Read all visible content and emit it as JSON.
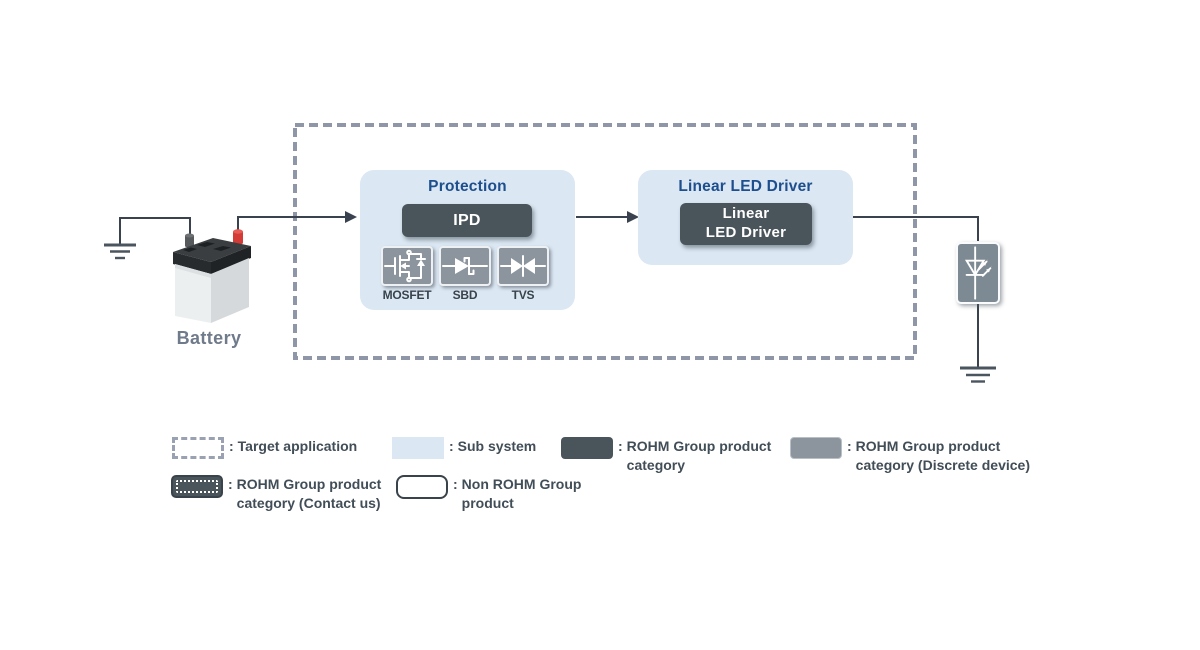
{
  "diagram": {
    "battery": {
      "label": "Battery"
    },
    "protection": {
      "title": "Protection",
      "ipd_label": "IPD",
      "devices": [
        {
          "label": "MOSFET"
        },
        {
          "label": "SBD"
        },
        {
          "label": "TVS"
        }
      ]
    },
    "led_driver": {
      "title": "Linear LED Driver",
      "chip_line1": "Linear",
      "chip_line2": "LED Driver"
    }
  },
  "legend": {
    "items": [
      {
        "colon": ":",
        "line1": "Target application",
        "line2": ""
      },
      {
        "colon": ":",
        "line1": "Sub system",
        "line2": ""
      },
      {
        "colon": ":",
        "line1": "ROHM Group product",
        "line2": "category"
      },
      {
        "colon": ":",
        "line1": "ROHM Group product",
        "line2": "category (Discrete device)"
      },
      {
        "colon": ":",
        "line1": "ROHM Group product",
        "line2": "category (Contact us)"
      },
      {
        "colon": ":",
        "line1": "Non ROHM Group",
        "line2": "product"
      }
    ]
  },
  "colors": {
    "sub_system_fill": "#dbe7f3",
    "rohm_product_fill": "#4a545b",
    "rohm_discrete_fill": "#8c959d",
    "target_dashed_border": "#8e96a8",
    "block_title_blue": "#1d4e8d",
    "wire": "#39424e",
    "legend_text": "#414d57",
    "battery_label_text": "#6f7a8a"
  }
}
